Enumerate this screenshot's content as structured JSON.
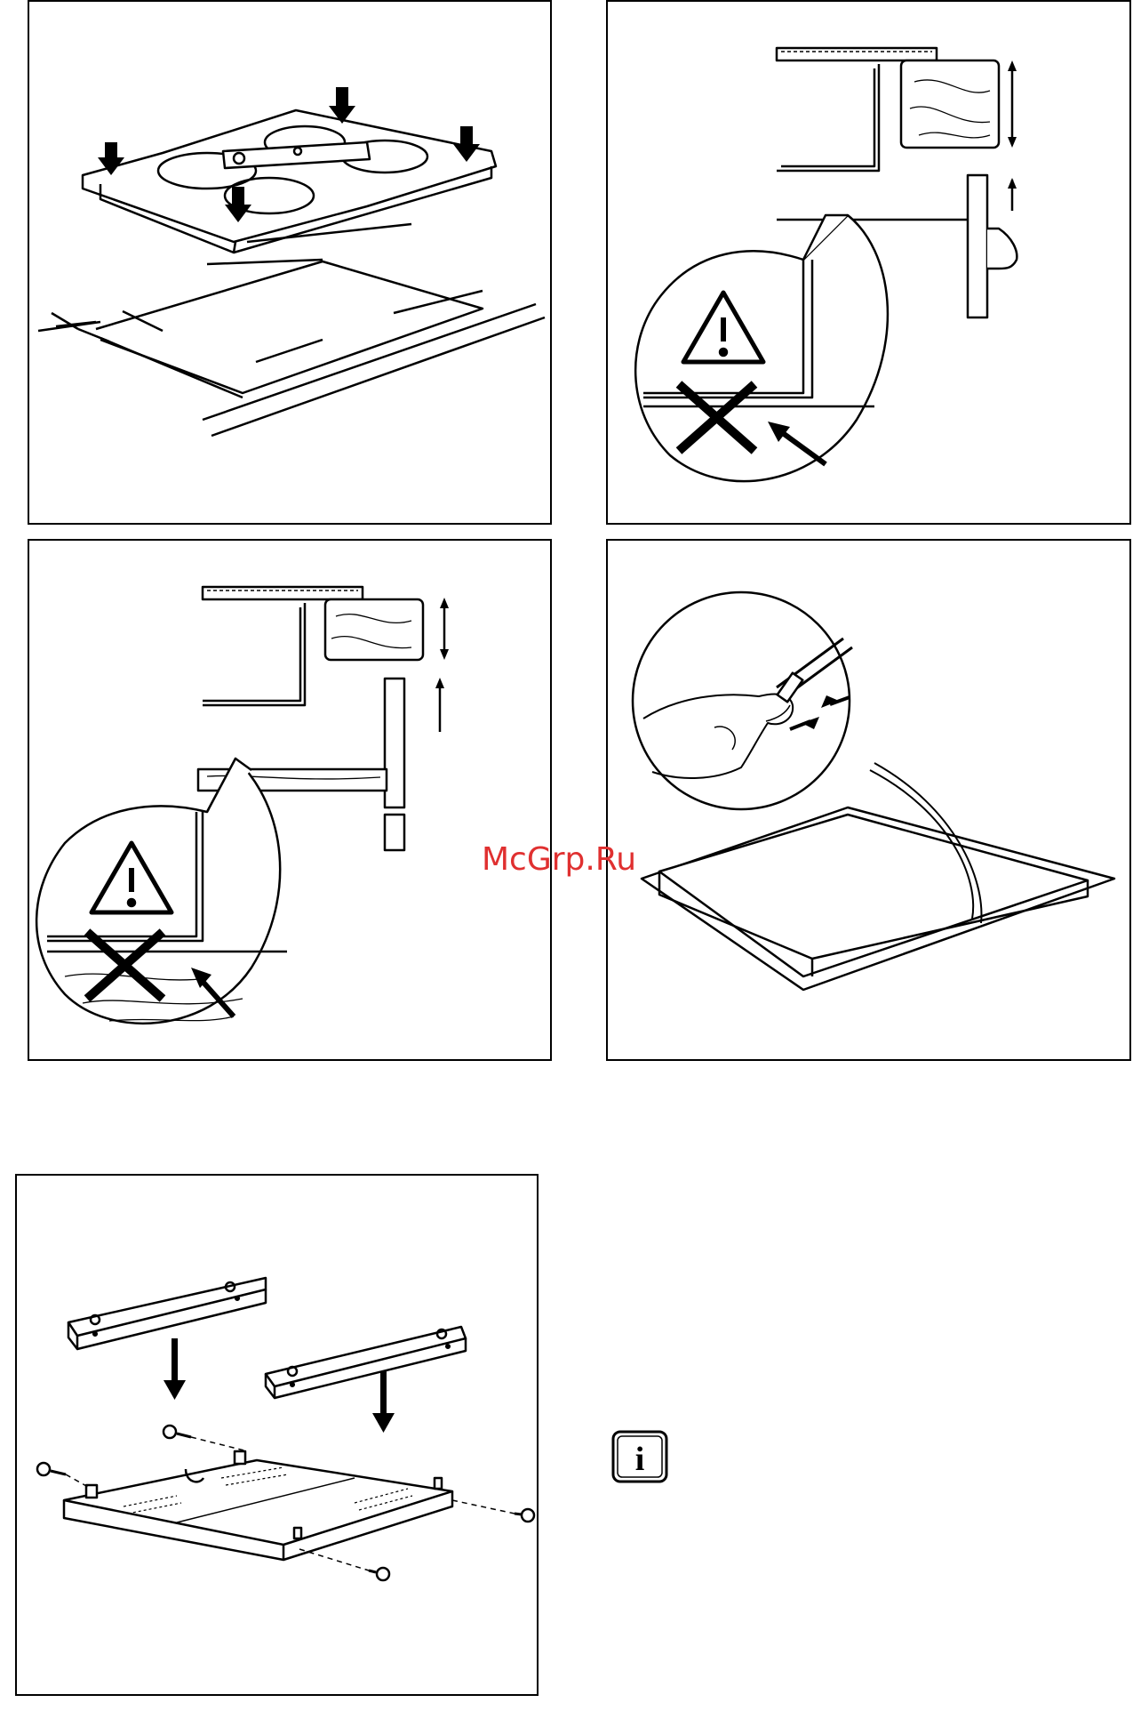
{
  "watermark": {
    "text": "McGrp.Ru",
    "color": "#e03030"
  },
  "figures": [
    {
      "id": "hob-placement-figure",
      "icons": [
        "down-arrow-icon",
        "down-arrow-icon",
        "down-arrow-icon",
        "down-arrow-icon"
      ]
    },
    {
      "id": "worktop-clearance-figure",
      "icons": [
        "warning-triangle-icon",
        "cross-icon",
        "arrow-icon"
      ]
    },
    {
      "id": "wooden-panel-clearance-figure",
      "icons": [
        "warning-triangle-icon",
        "cross-icon",
        "arrow-icon"
      ]
    },
    {
      "id": "seal-strip-figure",
      "icons": [
        "hand-icon",
        "arrow-icon"
      ]
    },
    {
      "id": "protection-box-assembly-figure",
      "icons": [
        "down-arrow-icon",
        "down-arrow-icon",
        "screw-icon"
      ]
    }
  ],
  "info_icon": {
    "name": "info-icon",
    "glyph": "i"
  }
}
